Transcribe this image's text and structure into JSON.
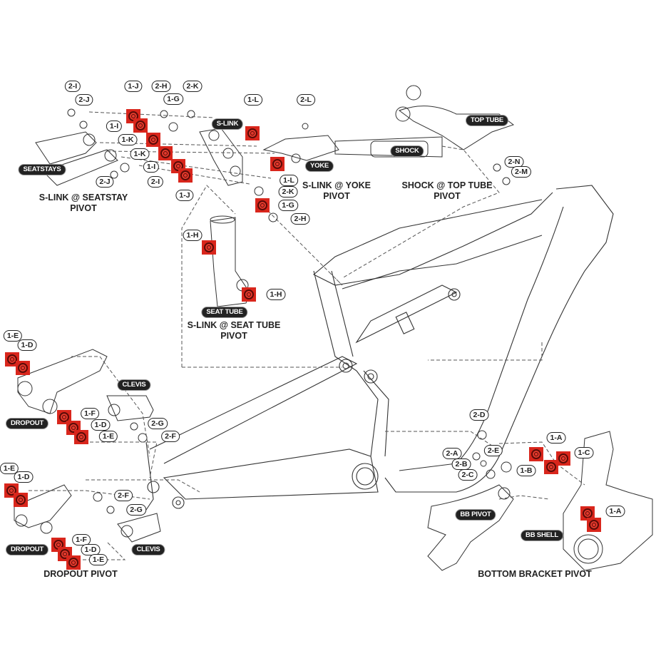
{
  "title": "Frame pivot hardware exploded diagram",
  "accent_color": "#d9261c",
  "sections": {
    "s_link_seatstay": {
      "caption_line1": "S-LINK @ SEATSTAY",
      "caption_line2": "PIVOT",
      "part_label": "SEATSTAYS",
      "callouts": [
        "2-I",
        "2-J",
        "1-J",
        "1-I",
        "1-K",
        "1-K",
        "1-I",
        "1-J",
        "2-J",
        "2-I",
        "2-H",
        "1-G",
        "2-K"
      ]
    },
    "s_link_yoke": {
      "caption_line1": "S-LINK @ YOKE",
      "caption_line2": "PIVOT",
      "part_labels": [
        "S-LINK",
        "YOKE"
      ],
      "callouts": [
        "1-L",
        "2-L",
        "1-L",
        "2-K",
        "1-G",
        "2-H"
      ]
    },
    "shock_top_tube": {
      "caption_line1": "SHOCK @ TOP TUBE",
      "caption_line2": "PIVOT",
      "part_labels": [
        "TOP TUBE",
        "SHOCK"
      ],
      "callouts": [
        "2-N",
        "2-M"
      ]
    },
    "s_link_seat_tube": {
      "caption_line1": "S-LINK @ SEAT TUBE",
      "caption_line2": "PIVOT",
      "part_label": "SEAT TUBE",
      "callouts": [
        "1-H",
        "1-H"
      ]
    },
    "dropout_upper": {
      "part_labels": [
        "DROPOUT",
        "CLEVIS"
      ],
      "callouts": [
        "1-E",
        "1-D",
        "1-F",
        "1-D",
        "1-E",
        "2-G",
        "2-F"
      ]
    },
    "dropout_pivot": {
      "caption": "DROPOUT PIVOT",
      "part_labels": [
        "DROPOUT",
        "CLEVIS"
      ],
      "callouts": [
        "1-E",
        "1-D",
        "2-F",
        "2-G",
        "1-F",
        "1-D",
        "1-E"
      ]
    },
    "bottom_bracket": {
      "caption": "BOTTOM BRACKET PIVOT",
      "part_labels": [
        "BB PIVOT",
        "BB SHELL"
      ],
      "callouts": [
        "2-D",
        "2-A",
        "2-E",
        "2-B",
        "2-C",
        "1-A",
        "1-C",
        "1-B",
        "1-A"
      ]
    }
  }
}
